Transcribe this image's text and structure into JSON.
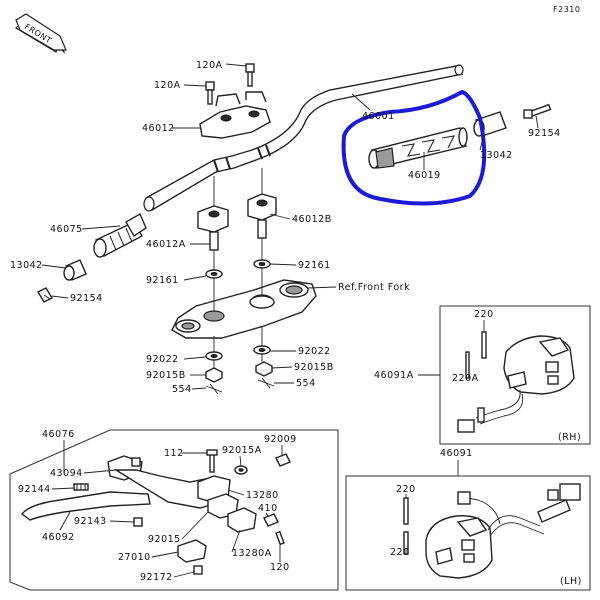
{
  "diagram_code": "F2310",
  "front_arrow_text": "FRONT",
  "reference_note": "Ref.Front Fork",
  "highlight_color": "#1a1ad8",
  "labels": {
    "p120A_top": "120A",
    "p120A_left": "120A",
    "p46012": "46012",
    "p46001": "46001",
    "p46019": "46019",
    "p13042_right": "13042",
    "p92154_right": "92154",
    "p46075": "46075",
    "p46012B": "46012B",
    "p46012A": "46012A",
    "p13042_left": "13042",
    "p92161_left": "92161",
    "p92161_right": "92161",
    "p92154_left": "92154",
    "p92022_left": "92022",
    "p92022_right": "92022",
    "p92015B_left": "92015B",
    "p92015B_right": "92015B",
    "p554_left": "554",
    "p554_right": "554",
    "p220_rh_top": "220",
    "p46091A": "46091A",
    "p220A": "220A",
    "rh_tag": "(RH)",
    "p46076": "46076",
    "p43094": "43094",
    "p92144": "92144",
    "p92143": "92143",
    "p46092": "46092",
    "p112": "112",
    "p92015A": "92015A",
    "p92009": "92009",
    "p13280": "13280",
    "p410": "410",
    "p92015": "92015",
    "p27010": "27010",
    "p13280A": "13280A",
    "p92172": "92172",
    "p120": "120",
    "p46091": "46091",
    "p220_lh_a": "220",
    "p220_lh_b": "220",
    "lh_tag": "(LH)"
  }
}
